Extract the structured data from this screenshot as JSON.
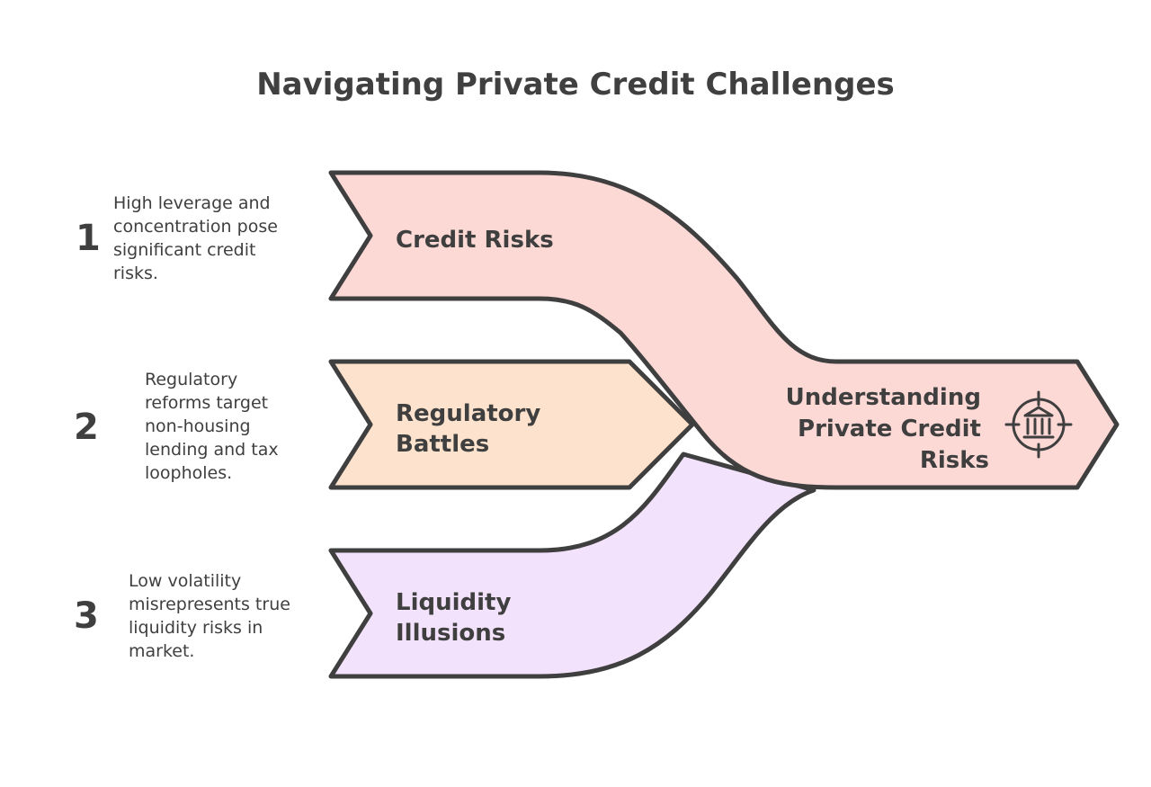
{
  "title": "Navigating Private Credit Challenges",
  "items": [
    {
      "number": "1",
      "label": "Credit Risks",
      "description_lines": [
        "High leverage and",
        "concentration pose",
        "significant credit",
        "risks."
      ],
      "fill": "#fdd9d6"
    },
    {
      "number": "2",
      "label_lines": [
        "Regulatory",
        "Battles"
      ],
      "description_lines": [
        "Regulatory",
        "reforms target",
        "non-housing",
        "lending and tax",
        "loopholes."
      ],
      "fill": "#fde3cd"
    },
    {
      "number": "3",
      "label_lines": [
        "Liquidity",
        "Illusions"
      ],
      "description_lines": [
        "Low volatility",
        "misrepresents true",
        "liquidity risks in",
        "market."
      ],
      "fill": "#f3e2fb"
    }
  ],
  "outcome": {
    "label_lines": [
      "Understanding",
      "Private Credit",
      "Risks"
    ],
    "icon": "bank-target-icon",
    "fill": "#fdd9d6"
  },
  "colors": {
    "stroke": "#3f3f3f",
    "text": "#3f3f3f"
  }
}
